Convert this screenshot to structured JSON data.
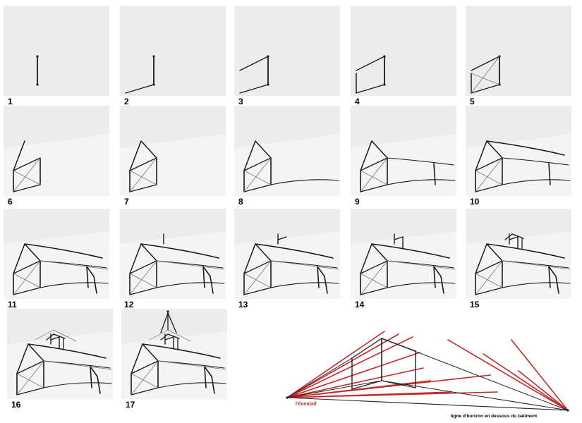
{
  "steps": [
    {
      "label": "1"
    },
    {
      "label": "2"
    },
    {
      "label": "3"
    },
    {
      "label": "4"
    },
    {
      "label": "5"
    },
    {
      "label": "6"
    },
    {
      "label": "7"
    },
    {
      "label": "8"
    },
    {
      "label": "9"
    },
    {
      "label": "10"
    },
    {
      "label": "11"
    },
    {
      "label": "12"
    },
    {
      "label": "13"
    },
    {
      "label": "14"
    },
    {
      "label": "15"
    },
    {
      "label": "16"
    },
    {
      "label": "17"
    }
  ],
  "diagram": {
    "fan_label": "l'éventail",
    "horizon_label": "ligne d'horizon en dessous du batiment"
  },
  "colors": {
    "panel_bg": "#ececec",
    "ground": "#f4f4f4",
    "pencil": "#1a1a1a",
    "guide": "#777777",
    "fan_red": "#c62828",
    "diagram_line": "#222222"
  }
}
